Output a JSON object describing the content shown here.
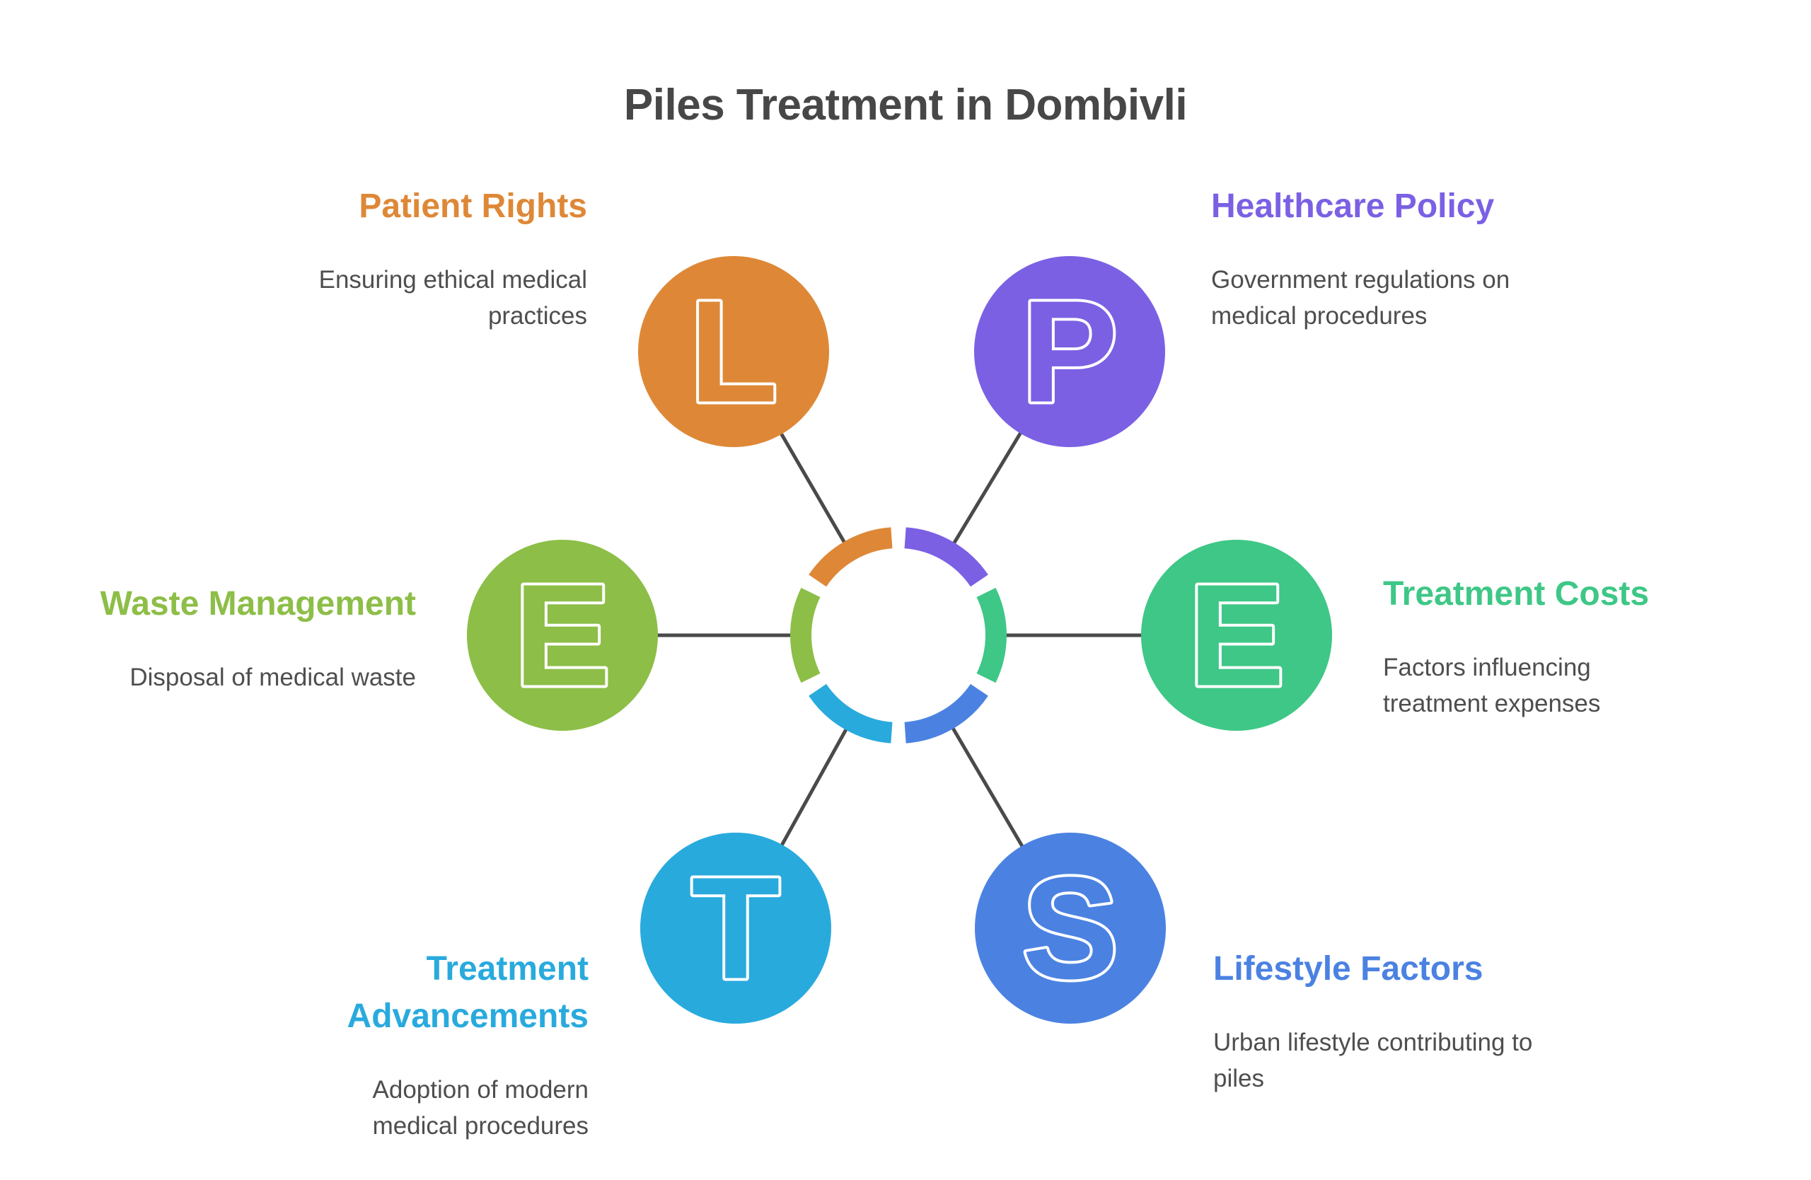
{
  "title": {
    "text": "Piles Treatment in Dombivli",
    "color": "#474747"
  },
  "diagram_type": "PESTLE radial diagram with six lettered nodes around a segmented center ring",
  "background_color": "#FFFFFF",
  "connector_color": "#4A4A4A",
  "description_color": "#4E4E4E",
  "items": [
    {
      "id": "patient-rights",
      "letter": "L",
      "heading": "Patient Rights",
      "description": "Ensuring ethical medical practices",
      "color": "#DE8837",
      "position": "top-left"
    },
    {
      "id": "healthcare-policy",
      "letter": "P",
      "heading": "Healthcare Policy",
      "description": "Government regulations on medical procedures",
      "color": "#7B60E4",
      "position": "top-right"
    },
    {
      "id": "waste-management",
      "letter": "E",
      "heading": "Waste Management",
      "description": "Disposal of medical waste",
      "color": "#8DBE48",
      "position": "middle-left"
    },
    {
      "id": "treatment-costs",
      "letter": "E",
      "heading": "Treatment Costs",
      "description": "Factors influencing treatment expenses",
      "color": "#3EC786",
      "position": "middle-right"
    },
    {
      "id": "treatment-advancements",
      "letter": "T",
      "heading": "Treatment Advancements",
      "description": "Adoption of modern medical procedures",
      "color": "#29AADD",
      "position": "bottom-left"
    },
    {
      "id": "lifestyle-factors",
      "letter": "S",
      "heading": "Lifestyle Factors",
      "description": "Urban lifestyle contributing to piles",
      "color": "#4B82E2",
      "position": "bottom-right"
    }
  ]
}
